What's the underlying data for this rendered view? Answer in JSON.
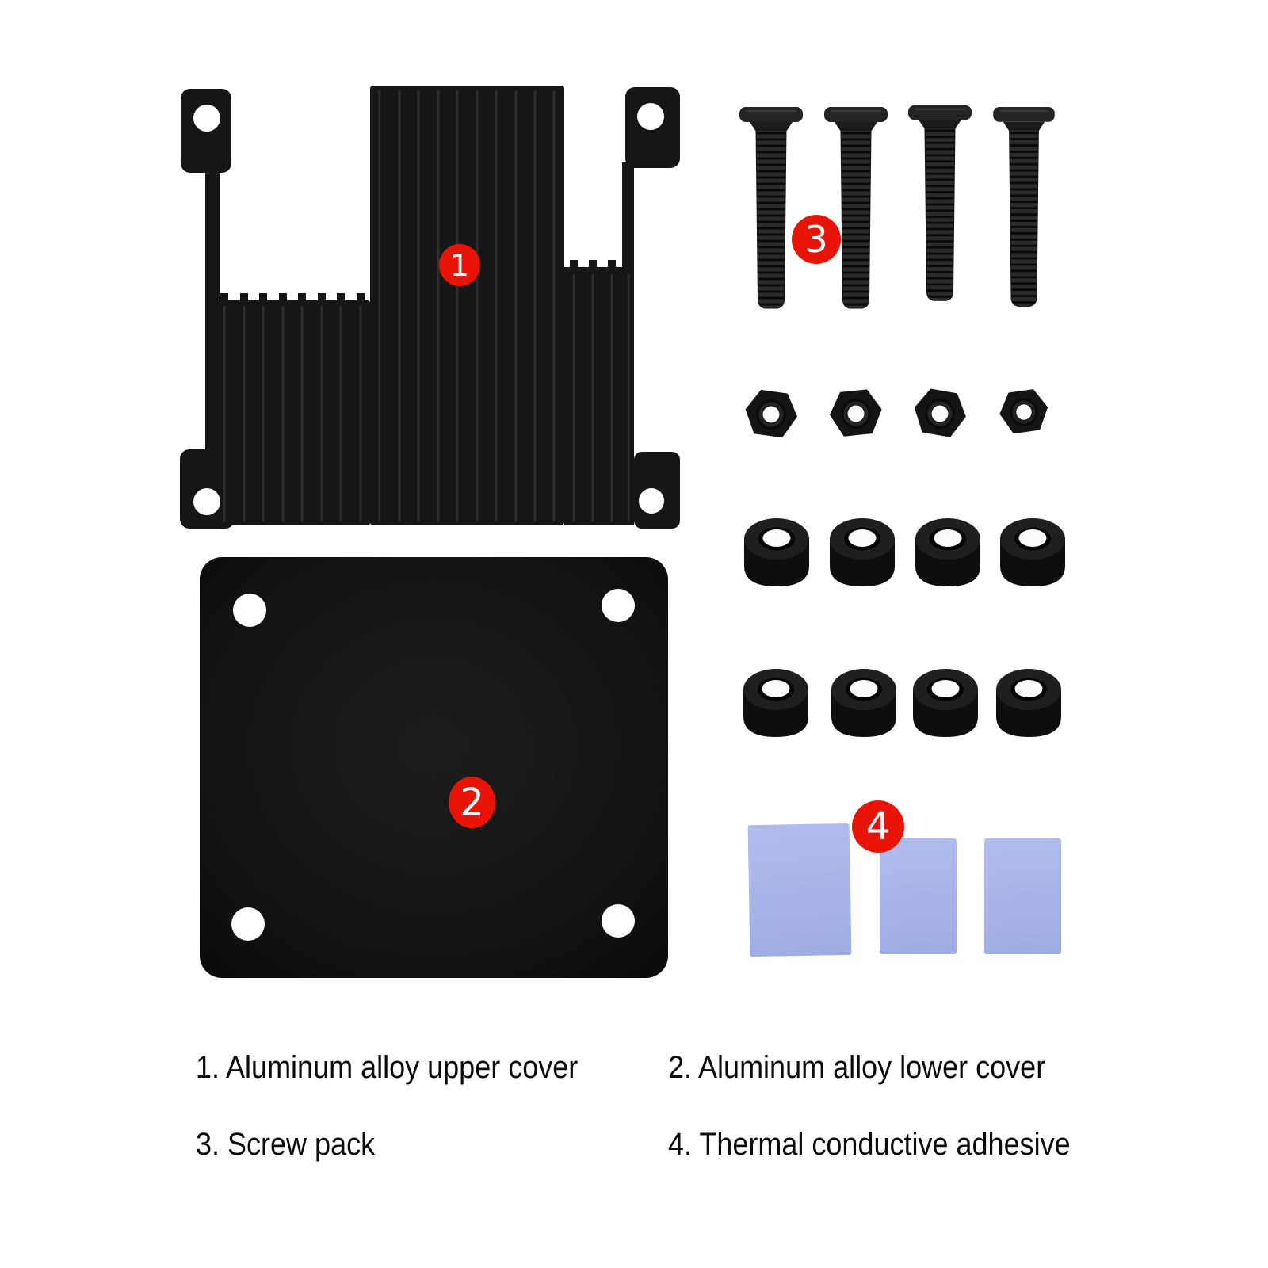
{
  "page": {
    "background": "#ffffff"
  },
  "badges": {
    "b1": {
      "number": "1"
    },
    "b2": {
      "number": "2"
    },
    "b3": {
      "number": "3"
    },
    "b4": {
      "number": "4"
    }
  },
  "legend": {
    "items": [
      {
        "label": "1. Aluminum alloy upper cover"
      },
      {
        "label": "2. Aluminum alloy lower cover"
      },
      {
        "label": "3. Screw pack"
      },
      {
        "label": "4. Thermal conductive adhesive"
      }
    ]
  },
  "parts": {
    "upper_cover": {
      "badge": "1",
      "name": "Aluminum alloy upper cover"
    },
    "lower_cover": {
      "badge": "2",
      "name": "Aluminum alloy lower cover"
    },
    "screw_pack": {
      "badge": "3",
      "name": "Screw pack",
      "screw_count": 4,
      "nut_count": 4,
      "spacer_count": 8
    },
    "thermal_adhesive": {
      "badge": "4",
      "name": "Thermal conductive adhesive",
      "pad_count": 3
    }
  },
  "colors": {
    "badge_red": "#e91408",
    "part_black": "#161616",
    "thermal_pad_blue": "#a9b5e9",
    "legend_text": "#0b0b0b",
    "hole_white": "#ffffff"
  }
}
